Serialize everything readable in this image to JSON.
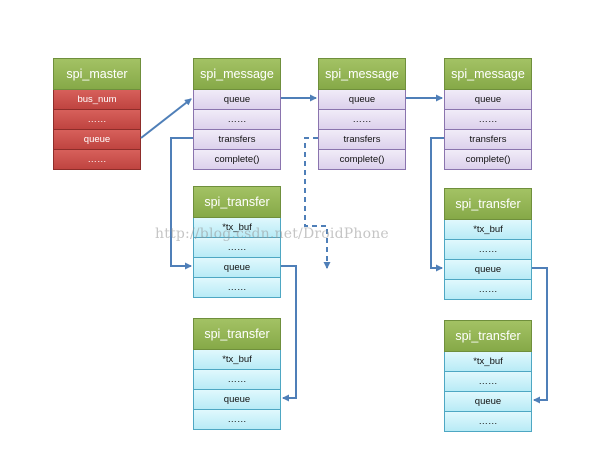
{
  "spi_master": {
    "title": "spi_master",
    "fields": [
      "bus_num",
      "……",
      "queue",
      "……"
    ]
  },
  "messages": [
    {
      "title": "spi_message",
      "fields": [
        "queue",
        "……",
        "transfers",
        "complete()"
      ]
    },
    {
      "title": "spi_message",
      "fields": [
        "queue",
        "……",
        "transfers",
        "complete()"
      ]
    },
    {
      "title": "spi_message",
      "fields": [
        "queue",
        "……",
        "transfers",
        "complete()"
      ]
    }
  ],
  "transfers": [
    {
      "title": "spi_transfer",
      "fields": [
        "*tx_buf",
        "……",
        "queue",
        "……"
      ]
    },
    {
      "title": "spi_transfer",
      "fields": [
        "*tx_buf",
        "……",
        "queue",
        "……"
      ]
    },
    {
      "title": "spi_transfer",
      "fields": [
        "*tx_buf",
        "……",
        "queue",
        "……"
      ]
    },
    {
      "title": "spi_transfer",
      "fields": [
        "*tx_buf",
        "……",
        "queue",
        "……"
      ]
    }
  ],
  "watermark": "http://blog.csdn.net/DroidPhone",
  "colors": {
    "header": "#94b556",
    "master_row": "#cb524e",
    "message_row": "#e6def2",
    "transfer_row": "#c8f0f8",
    "arrow": "#4f7fb8"
  }
}
